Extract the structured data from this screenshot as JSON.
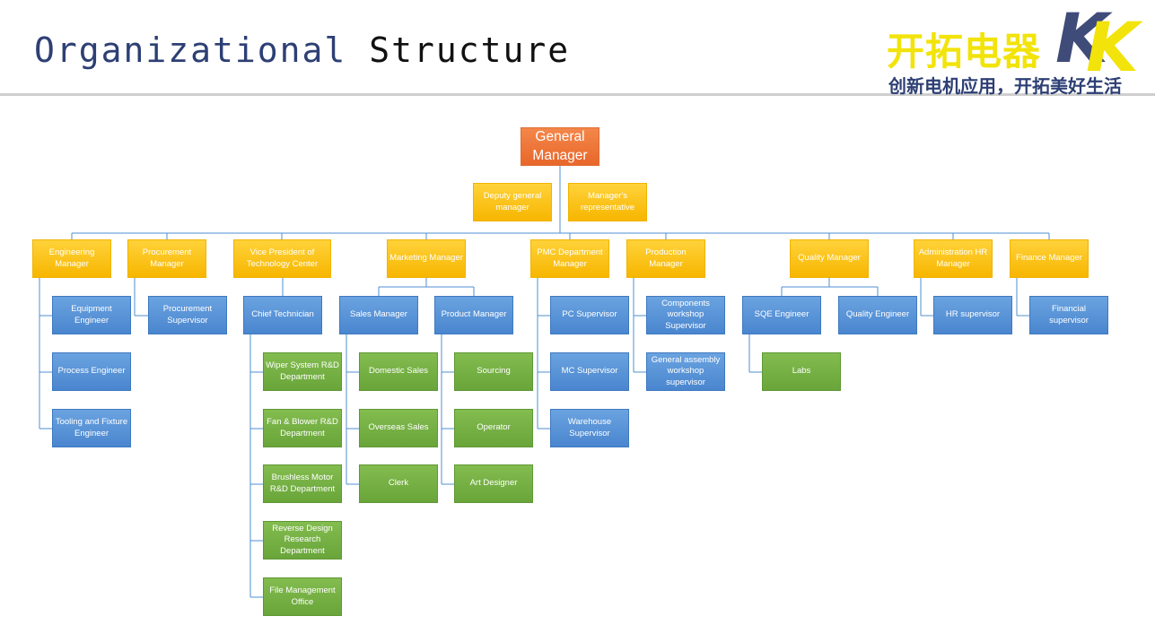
{
  "title": {
    "part1": "Organizational",
    "part2": "Structure"
  },
  "logo": {
    "name_cn": "开拓电器",
    "mark": "KK",
    "slogan": "创新电机应用，开拓美好生活",
    "colors": {
      "yellow": "#f2e30a",
      "navy": "#3f4b78"
    }
  },
  "org": {
    "general_manager": "General Manager",
    "deputy_general_manager": "Deputy general manager",
    "managers_representative": "Manager's representative",
    "engineering_manager": "Engineering Manager",
    "equipment_engineer": "Equipment Engineer",
    "process_engineer": "Process Engineer",
    "tooling_fixture_engineer": "Tooling and Fixture Engineer",
    "procurement_manager": "Procurement Manager",
    "procurement_supervisor": "Procurement Supervisor",
    "vp_technology_center": "Vice President of Technology Center",
    "chief_technician": "Chief Technician",
    "wiper_system_rd": "Wiper System R&D Department",
    "fan_blower_rd": "Fan & Blower R&D Department",
    "brushless_motor_rd": "Brushless Motor R&D Department",
    "reverse_design_research": "Reverse Design Research Department",
    "file_management_office": "File Management Office",
    "marketing_manager": "Marketing Manager",
    "sales_manager": "Sales Manager",
    "domestic_sales": "Domestic Sales",
    "overseas_sales": "Overseas Sales",
    "clerk": "Clerk",
    "product_manager": "Product Manager",
    "sourcing": "Sourcing",
    "operator": "Operator",
    "art_designer": "Art Designer",
    "pmc_department_manager": "PMC Department Manager",
    "pc_supervisor": "PC Supervisor",
    "mc_supervisor": "MC Supervisor",
    "warehouse_supervisor": "Warehouse Supervisor",
    "production_manager": "Production Manager",
    "components_workshop_supervisor": "Components workshop Supervisor",
    "general_assembly_workshop_supervisor": "General assembly workshop supervisor",
    "quality_manager": "Quality Manager",
    "sqe_engineer": "SQE Engineer",
    "labs": "Labs",
    "quality_engineer": "Quality Engineer",
    "administration_hr_manager": "Administration HR Manager",
    "hr_supervisor": "HR supervisor",
    "finance_manager": "Finance Manager",
    "financial_supervisor": "Financial supervisor"
  },
  "colors": {
    "orange": "#e8672a",
    "yellow": "#f7b600",
    "blue": "#4a86cf",
    "green": "#69a53a",
    "line": "#4f8fd0"
  }
}
